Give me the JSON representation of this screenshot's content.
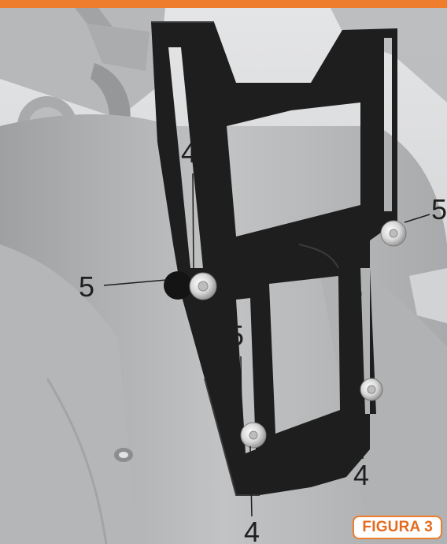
{
  "colors": {
    "accent": "#ee7d2c",
    "plate": "#1e1e1e",
    "fairing": "#c9cacb"
  },
  "figure": {
    "label": "FIGURA 3"
  },
  "callouts": {
    "screw_label": "4",
    "washer_label": "5"
  }
}
